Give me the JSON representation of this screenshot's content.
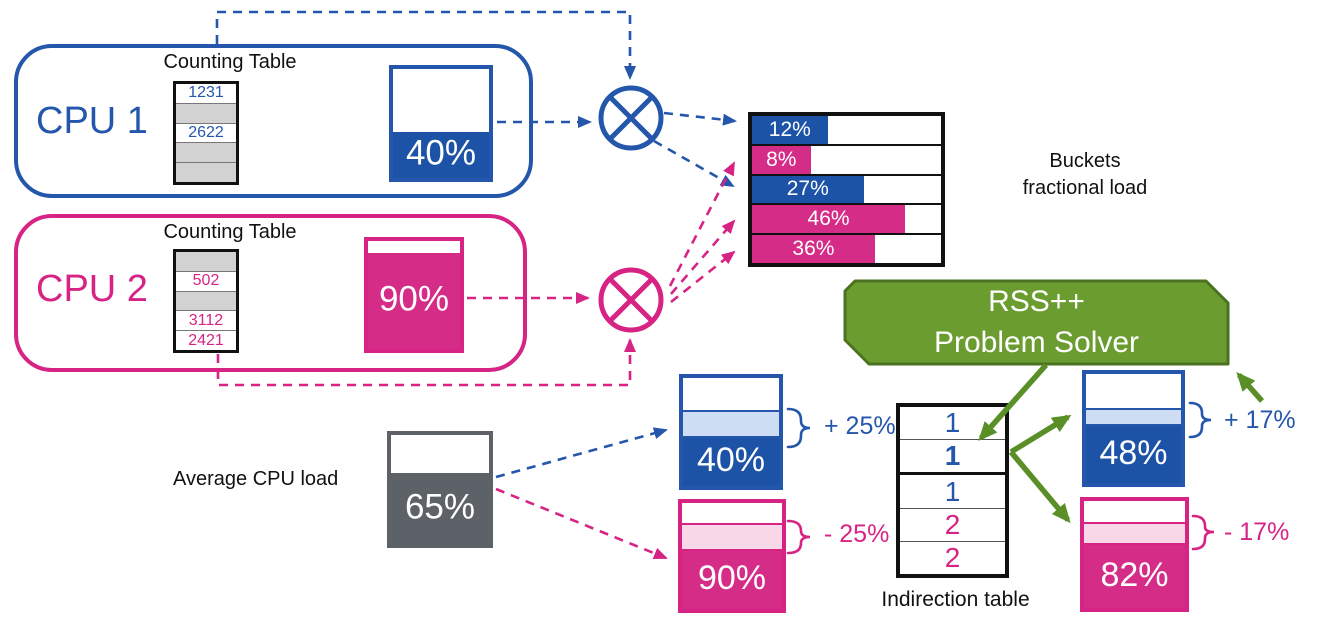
{
  "colors": {
    "blue": "#2456ab",
    "blue_fill": "#1d53a6",
    "blue_light": "#ccddf4",
    "pink": "#d62384",
    "pink_fill": "#d52c88",
    "pink_light": "#f8d7e9",
    "gray": "#5d6269",
    "green_fill": "#6b9c2f",
    "green_border": "#4a721f",
    "green_arrow": "#5a8f28",
    "table_gray": "#d2d2d2"
  },
  "cpu1": {
    "label": "CPU 1",
    "table_title": "Counting Table",
    "table_rows": [
      "1231",
      "",
      "2622",
      "",
      ""
    ],
    "load_label": "40%"
  },
  "cpu2": {
    "label": "CPU 2",
    "table_title": "Counting Table",
    "table_rows": [
      "",
      "502",
      "",
      "3112",
      "2421"
    ],
    "load_label": "90%"
  },
  "buckets": {
    "title_line1": "Buckets",
    "title_line2": "fractional load",
    "rows": [
      {
        "label": "12%",
        "cpu": "1",
        "fill": "40%"
      },
      {
        "label": "8%",
        "cpu": "2",
        "fill": "31%"
      },
      {
        "label": "27%",
        "cpu": "1",
        "fill": "59%"
      },
      {
        "label": "46%",
        "cpu": "2",
        "fill": "81%"
      },
      {
        "label": "36%",
        "cpu": "2",
        "fill": "65%"
      }
    ]
  },
  "solver": {
    "line1": "RSS++",
    "line2": "Problem Solver"
  },
  "average": {
    "label": "Average CPU load",
    "value": "65%"
  },
  "mid_bars": {
    "blue": {
      "value": "40%",
      "delta": "+ 25%"
    },
    "pink": {
      "value": "90%",
      "delta": "- 25%"
    }
  },
  "indirection": {
    "rows": [
      "1",
      "1",
      "1",
      "2",
      "2"
    ],
    "caption": "Indirection table"
  },
  "right_bars": {
    "blue": {
      "value": "48%",
      "delta": "+ 17%"
    },
    "pink": {
      "value": "82%",
      "delta": "- 17%"
    }
  }
}
